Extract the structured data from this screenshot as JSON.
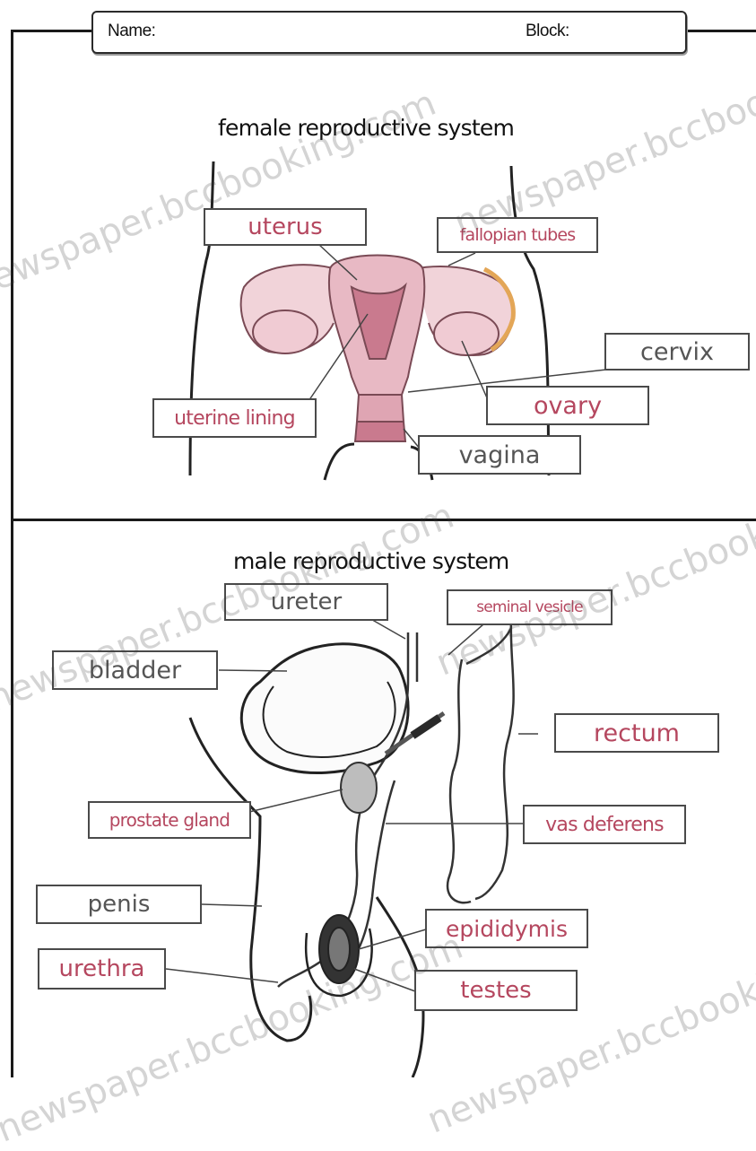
{
  "header": {
    "name_label": "Name:",
    "block_label": "Block:"
  },
  "female": {
    "title": "female reproductive system",
    "labels": {
      "uterus": "uterus",
      "fallopian_tubes": "fallopian tubes",
      "cervix": "cervix",
      "uterine_lining": "uterine lining",
      "ovary": "ovary",
      "vagina": "vagina"
    }
  },
  "male": {
    "title": "male reproductive system",
    "labels": {
      "ureter": "ureter",
      "seminal_vesicle": "seminal vesicle",
      "bladder": "bladder",
      "rectum": "rectum",
      "prostate_gland": "prostate gland",
      "vas_deferens": "vas deferens",
      "penis": "penis",
      "epididymis": "epididymis",
      "urethra": "urethra",
      "testes": "testes"
    }
  },
  "watermark": "newspaper.bccbooking.com",
  "colors": {
    "label_text": "#b5475f",
    "organ_fill": "#e8b9c4",
    "organ_dark": "#c97a8e",
    "tube_highlight": "#e3a657"
  }
}
